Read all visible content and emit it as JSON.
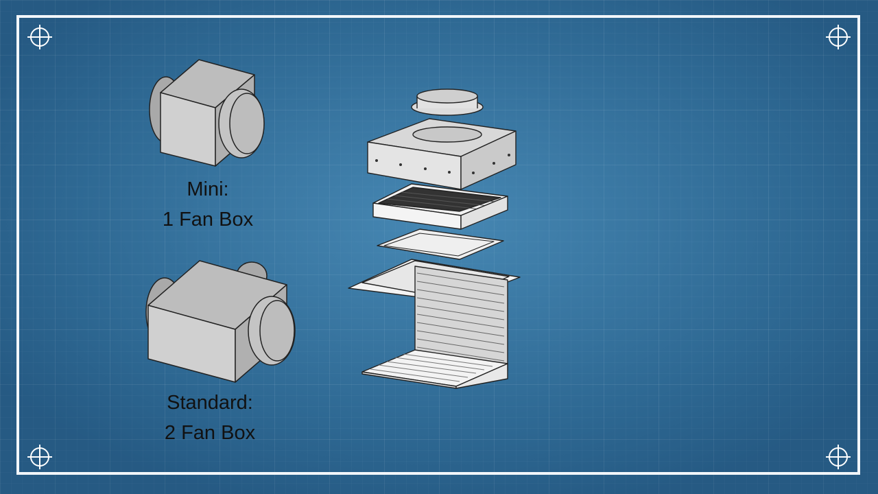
{
  "labels": {
    "mini": {
      "line1": "Mini:",
      "line2": "1 Fan Box"
    },
    "standard": {
      "line1": "Standard:",
      "line2": "2 Fan Box"
    }
  },
  "colors": {
    "background": "#2f6a94",
    "frame": "#f2f6fa",
    "box_gray": "#c8c8c8",
    "text": "#111111"
  },
  "icons": [
    "crosshair-icon"
  ]
}
